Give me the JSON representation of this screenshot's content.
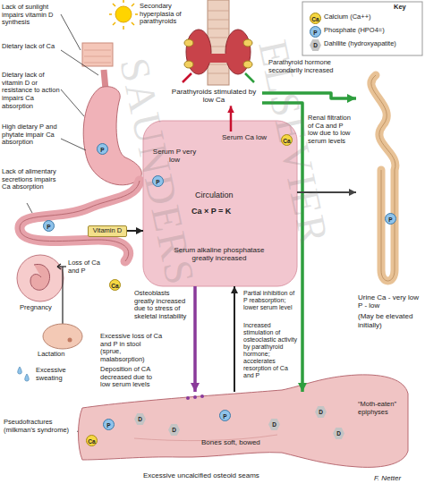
{
  "diagram": {
    "nodes": [
      {
        "text": [
          "Parathyroids stimulated by low Ca"
        ]
      },
      {
        "text": [
          "Vitamin D"
        ]
      },
      {
        "text": [
          "Circulation",
          "Ca × P = K"
        ]
      },
      {
        "text": [
          "Serum Ca low"
        ],
        "in": 2
      },
      {
        "text": [
          "Serum P very low"
        ],
        "in": 2
      },
      {
        "text": [
          "Serum alkaline phosphatase greatly increased"
        ],
        "in": 2
      },
      {
        "text": [
          "Urine Ca - very low P - low",
          "(May be elevated initially)"
        ]
      },
      {
        "text": [
          "Bones soft, bowed"
        ]
      }
    ],
    "edges": [
      {
        "from": 3,
        "to": 0,
        "arrow": "to"
      },
      {
        "from": 0,
        "to": 6,
        "arrow": "to"
      },
      {
        "from": 0,
        "to": 7,
        "arrow": "to"
      },
      {
        "from": 1,
        "to": 2,
        "arrow": "to"
      },
      {
        "from": 7,
        "to": 2,
        "arrow": "to"
      },
      {
        "from": 2,
        "to": 6,
        "arrow": "to"
      },
      {
        "from": 2,
        "to": 7,
        "arrow": "to"
      }
    ],
    "labels": [
      "Lack of sunlight impairs vitamin D synthesis",
      "Dietary lack of Ca",
      "Dietary lack of vitamin D or resistance to action impairs Ca absorption",
      "High dietary P and phytate impair Ca absorption",
      "Lack of alimentary secretions impairs Ca absorption",
      "Secondary hyperplasia of parathyroids",
      "Key",
      "Ca",
      "P",
      "D",
      "Parathyroid hormone secondarily increased",
      "Renal filtration of Ca and P low due to low serum levels",
      "Pregnancy",
      "Lactation",
      "Excessive sweating",
      "Loss of Ca and P",
      "Excessive loss of Ca and P in stool (sprue, malabsorption)",
      "Osteoblasts greatly increased due to stress of skeletal instability",
      "Partial inhibition of P reabsorption; lower serum level",
      "Increased stimulation of osteoclastic activity by parathyroid hormone; accelerates resorption of Ca and P",
      "Deposition of CA decreased due to low serum levels",
      "“Moth-eaten” epiphyses",
      "Pseudofractures (milkman's syndrome)",
      "Excessive uncalcified osteoid seams",
      "F. Netter",
      "SAUNDERS",
      "ELSEVIER",
      "Ca",
      "P",
      "P",
      "P",
      "Ca",
      "P",
      "Ca",
      "D",
      "D",
      "P",
      "D",
      "D",
      "D",
      "P"
    ],
    "legend": [
      {
        "text": "Calcium (Ca++)"
      },
      {
        "text": "Phosphate (HPO4=)"
      },
      {
        "text": "Dahllite (hydroxyapatite)"
      }
    ]
  }
}
